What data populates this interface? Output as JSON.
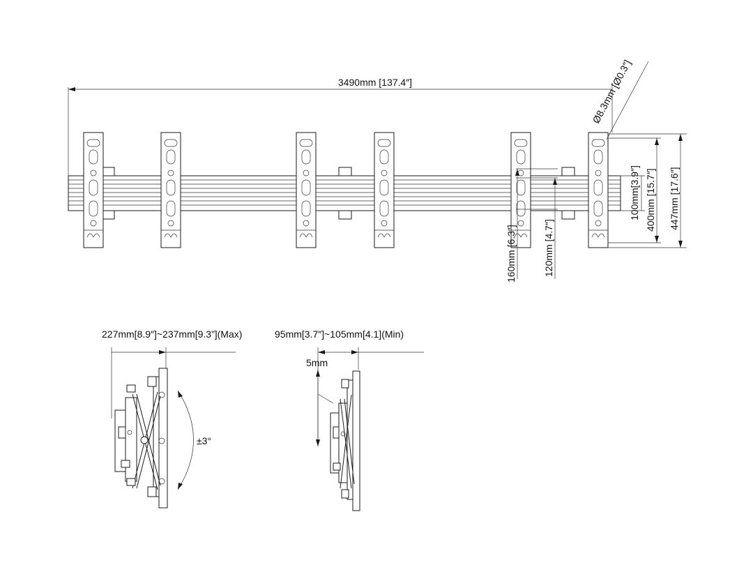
{
  "labels": {
    "total_length": "3490mm [137.4″]",
    "hole_diameter": "Ø8.3mm [Ø0.3″]",
    "dim_100": "100mm[3.9″]",
    "dim_400": "400mm [15.7″]",
    "dim_447": "447mm [17.6″]",
    "dim_160": "160mm [6.3″]",
    "dim_120": "120mm [4.7″]",
    "depth_max": "227mm[8.9″]~237mm[9.3”](Max)",
    "depth_min": "95mm[3.7″]~105mm[4.1](Min)",
    "gap": "5mm",
    "tilt": "±3°"
  },
  "colors": {
    "line": "#1a1a1a",
    "background": "#ffffff"
  }
}
